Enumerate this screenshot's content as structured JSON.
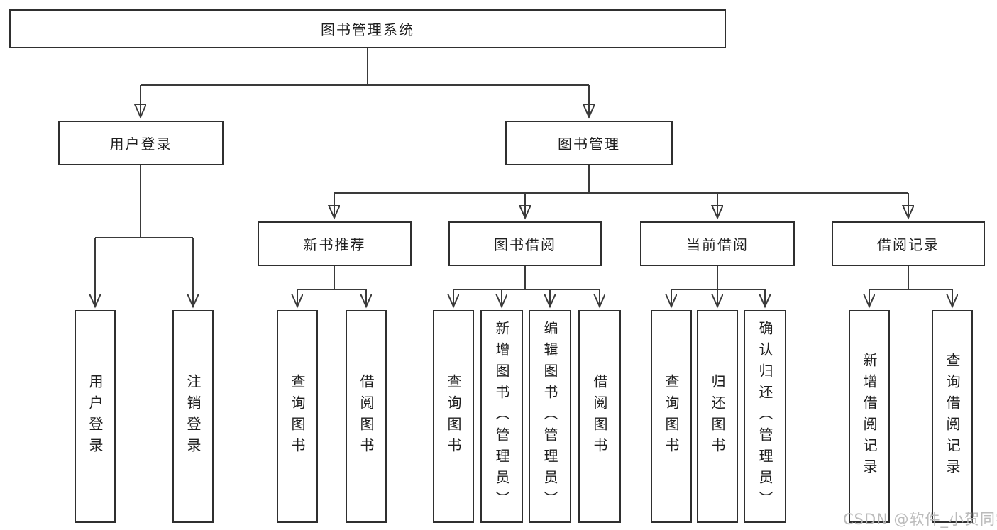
{
  "tree": {
    "label": "图书管理系统",
    "children": [
      {
        "label": "用户登录",
        "children": [
          {
            "label": "用户登录"
          },
          {
            "label": "注销登录"
          }
        ]
      },
      {
        "label": "图书管理",
        "children": [
          {
            "label": "新书推荐",
            "children": [
              {
                "label": "查询图书"
              },
              {
                "label": "借阅图书"
              }
            ]
          },
          {
            "label": "图书借阅",
            "children": [
              {
                "label": "查询图书"
              },
              {
                "label": "新增图书（管理员）"
              },
              {
                "label": "编辑图书（管理员）"
              },
              {
                "label": "借阅图书"
              }
            ]
          },
          {
            "label": "当前借阅",
            "children": [
              {
                "label": "查询图书"
              },
              {
                "label": "归还图书"
              },
              {
                "label": "确认归还（管理员）"
              }
            ]
          },
          {
            "label": "借阅记录",
            "children": [
              {
                "label": "新增借阅记录"
              },
              {
                "label": "查询借阅记录"
              }
            ]
          }
        ]
      }
    ]
  },
  "watermark": "CSDN @软件_小贺同学",
  "colors": {
    "line": "#3a3a3a",
    "box_border": "#2f2f2f",
    "text": "#1f1f1f",
    "watermark": "#b7b7b7",
    "background": "#ffffff"
  }
}
